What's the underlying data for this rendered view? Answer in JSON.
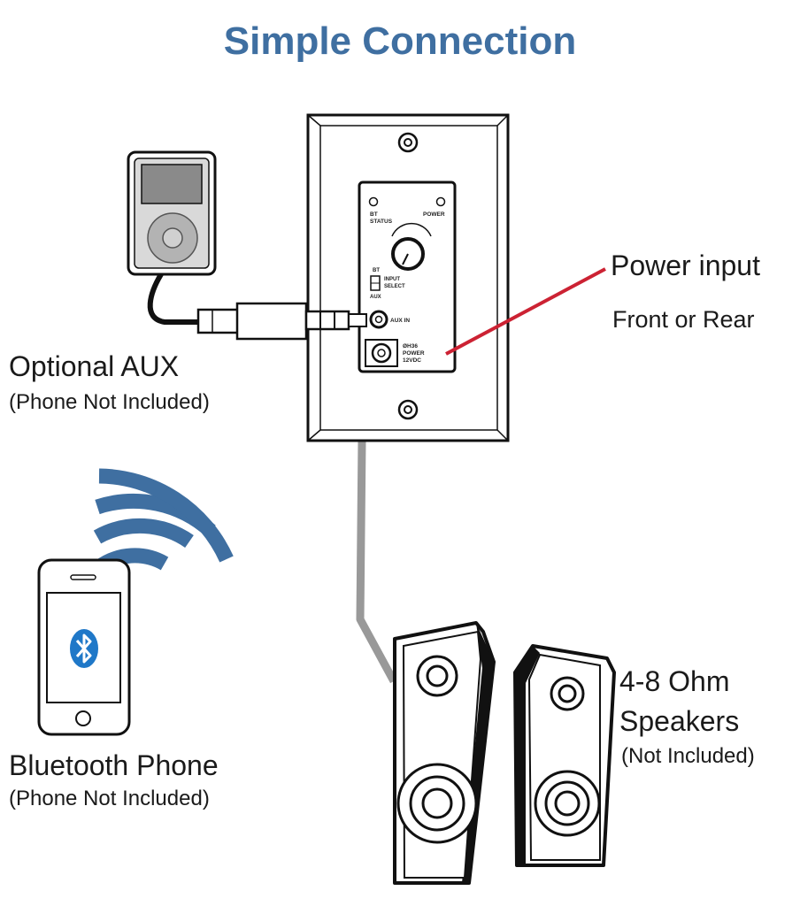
{
  "title": "Simple Connection",
  "aux": {
    "label": "Optional AUX",
    "note": "(Phone Not Included)"
  },
  "bluetooth": {
    "label": "Bluetooth Phone",
    "note": "(Phone Not Included)"
  },
  "power": {
    "label": "Power input",
    "note": "Front or Rear"
  },
  "speakers": {
    "label_line1": "4-8 Ohm",
    "label_line2": "Speakers",
    "note": "(Not Included)"
  },
  "panel": {
    "bt_status_1": "BT",
    "bt_status_2": "STATUS",
    "power_led": "POWER",
    "switch_bt": "BT",
    "switch_input_1": "INPUT",
    "switch_input_2": "SELECT",
    "switch_aux": "AUX",
    "aux_in": "AUX IN",
    "power_1": "ØH36",
    "power_2": "POWER",
    "power_3": "12VDC"
  },
  "colors": {
    "title": "#3f6fa1",
    "wifi_arcs": "#3f6fa1",
    "power_line": "#cc2233",
    "speaker_wire": "#999999"
  },
  "icons": [
    "mp3-player-icon",
    "smartphone-icon",
    "bluetooth-icon",
    "wireless-signal-icon",
    "wall-plate-icon",
    "speaker-icon"
  ]
}
